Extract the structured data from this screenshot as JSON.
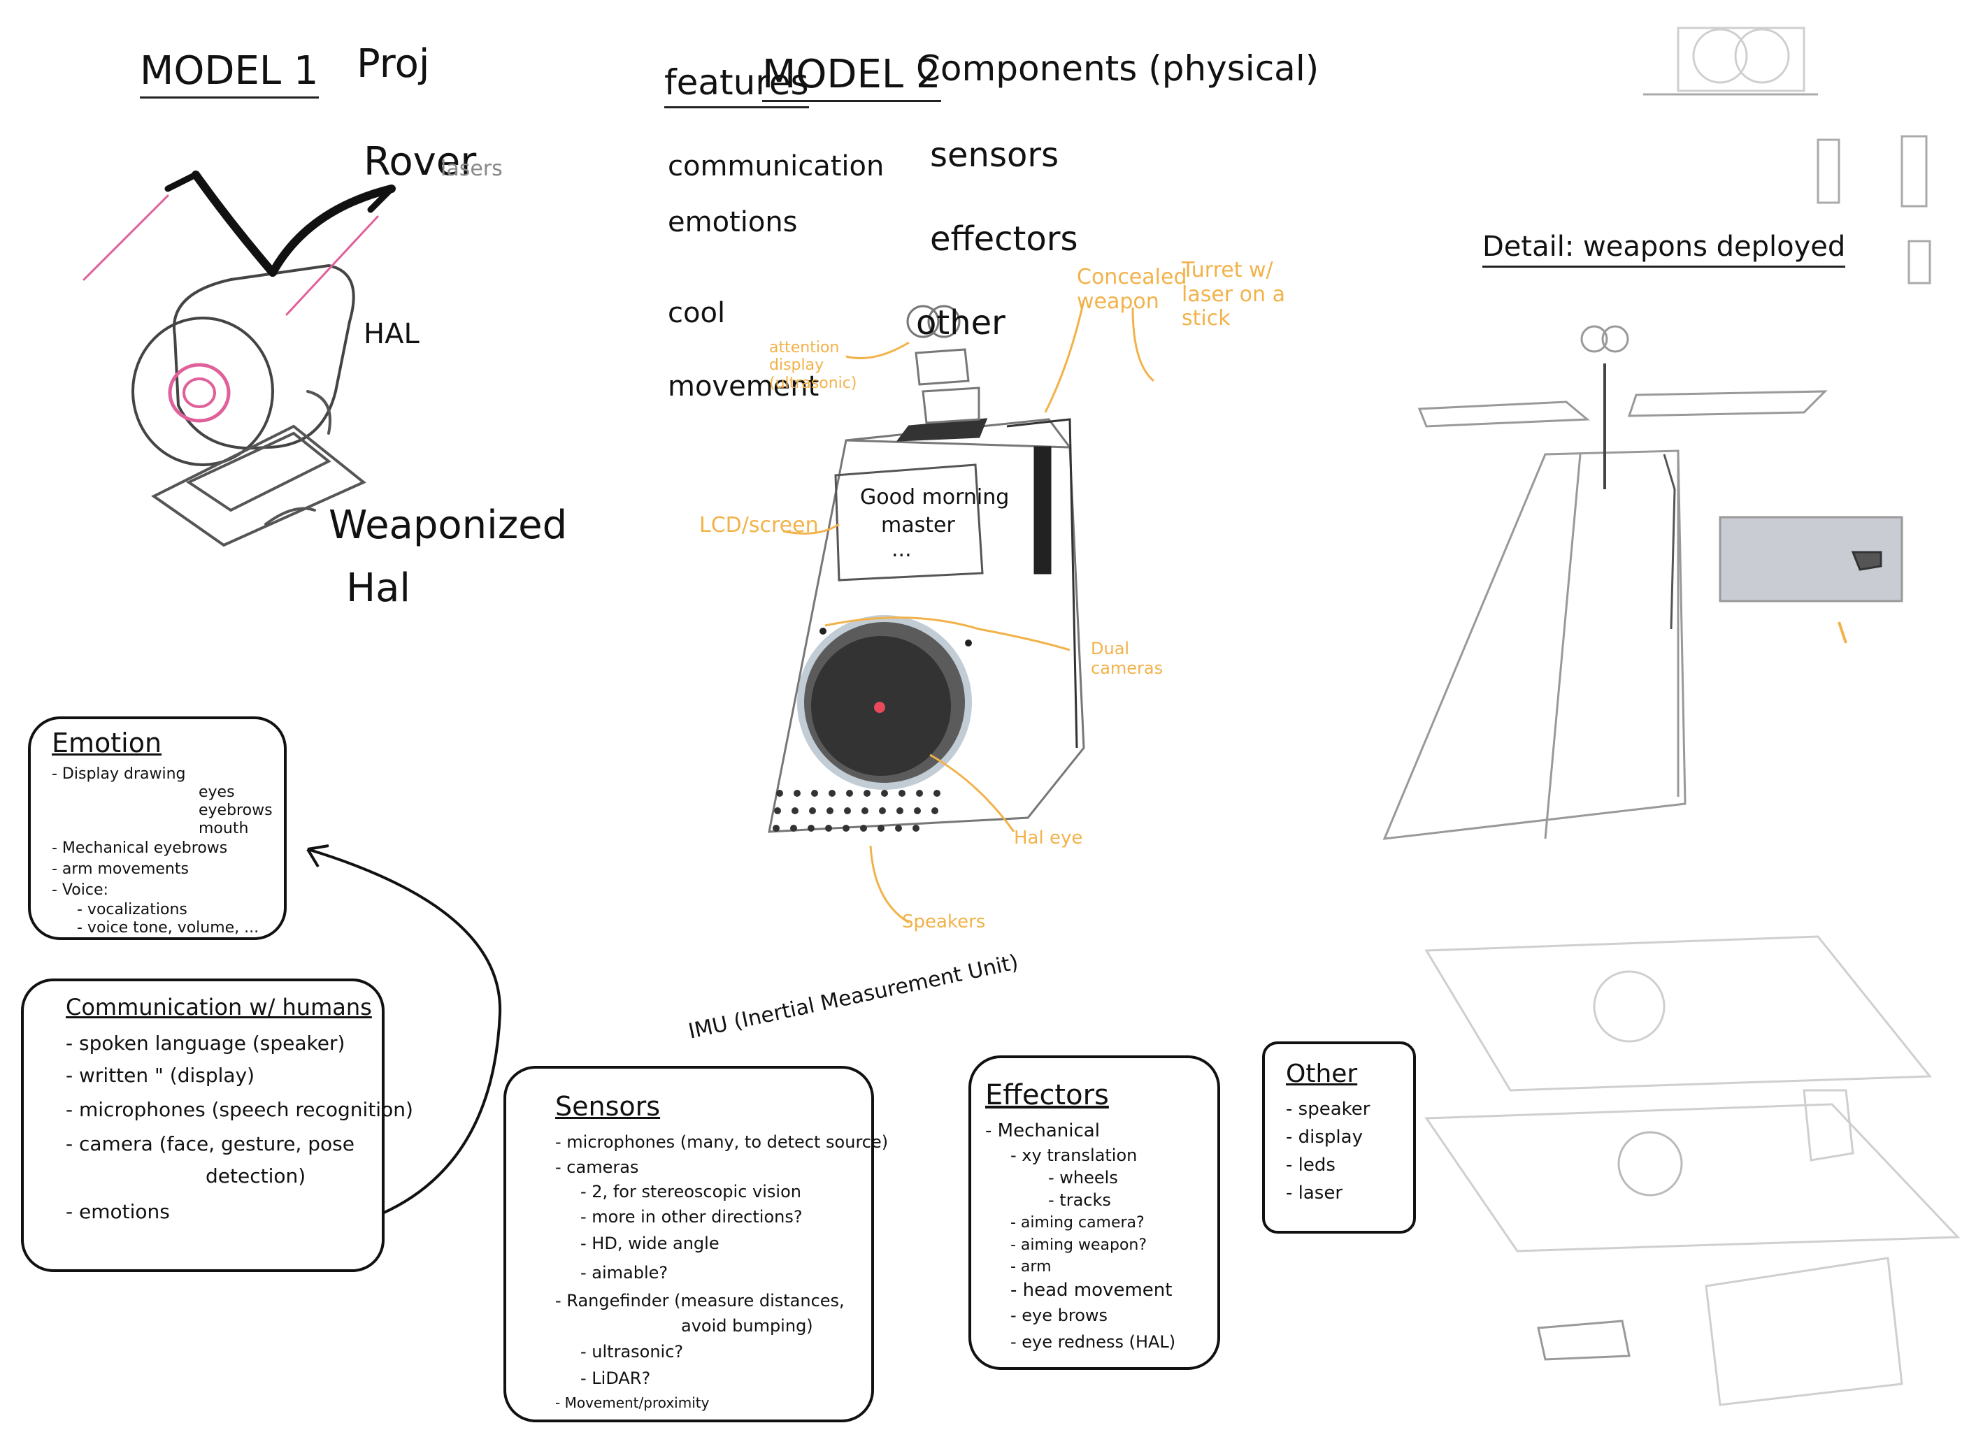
{
  "headings": {
    "model1": "MODEL 1",
    "proj": "Proj",
    "features": "features",
    "model2": "MODEL 2",
    "components": "Components (physical)",
    "detail": "Detail: weapons deployed"
  },
  "model1_labels": {
    "rover": "Rover",
    "lasers": "lasers",
    "hal": "HAL",
    "weaponized1": "Weaponized",
    "weaponized2": "Hal"
  },
  "features_list": [
    "communication",
    "emotions",
    "cool",
    "movement"
  ],
  "components_list": [
    "sensors",
    "effectors",
    "other"
  ],
  "model2_annotations": {
    "concealed_weapon": "Concealed weapon",
    "turret": "Turret w/ laser on a stick",
    "attention_display": "attention display (ultrasonic)",
    "lcd": "LCD/screen",
    "screen_text_1": "Good morning",
    "screen_text_2": "master",
    "screen_text_3": "...",
    "dual_cameras": "Dual cameras",
    "hal_eye": "Hal eye",
    "speakers": "Speakers"
  },
  "imu_note": "IMU (Inertial Measurement Unit)",
  "emotion_box": {
    "title": "Emotion",
    "items": [
      {
        "level": 1,
        "text": "- Display drawing"
      },
      {
        "level": 3,
        "text": "eyes"
      },
      {
        "level": 3,
        "text": "eyebrows"
      },
      {
        "level": 3,
        "text": "mouth"
      },
      {
        "level": 1,
        "text": "- Mechanical eyebrows"
      },
      {
        "level": 1,
        "text": "- arm movements"
      },
      {
        "level": 1,
        "text": "- Voice:"
      },
      {
        "level": 2,
        "text": "- vocalizations"
      },
      {
        "level": 2,
        "text": "- voice tone, volume, ..."
      }
    ]
  },
  "communication_box": {
    "title": "Communication w/ humans",
    "items": [
      {
        "level": 1,
        "text": "- spoken language (speaker)"
      },
      {
        "level": 1,
        "text": "- written  \"   (display)"
      },
      {
        "level": 1,
        "text": "- microphones (speech recognition)"
      },
      {
        "level": 1,
        "text": "- camera (face, gesture, pose"
      },
      {
        "level": 3,
        "text": "detection)"
      },
      {
        "level": 1,
        "text": "- emotions"
      }
    ]
  },
  "sensors_box": {
    "title": "Sensors",
    "items": [
      {
        "level": 1,
        "text": "- microphones (many, to detect source)"
      },
      {
        "level": 1,
        "text": "- cameras"
      },
      {
        "level": 2,
        "text": "- 2, for stereoscopic vision"
      },
      {
        "level": 2,
        "text": "- more in other directions?"
      },
      {
        "level": 2,
        "text": "- HD, wide angle"
      },
      {
        "level": 2,
        "text": "- aimable?"
      },
      {
        "level": 1,
        "text": "- Rangefinder (measure distances,"
      },
      {
        "level": 3,
        "text": "avoid bumping)"
      },
      {
        "level": 2,
        "text": "- ultrasonic?"
      },
      {
        "level": 2,
        "text": "- LiDAR?"
      },
      {
        "level": 1,
        "text": "- Movement/proximity"
      }
    ]
  },
  "effectors_box": {
    "title": "Effectors",
    "items": [
      {
        "level": 1,
        "text": "- Mechanical"
      },
      {
        "level": 2,
        "text": "- xy translation"
      },
      {
        "level": 3,
        "text": "- wheels"
      },
      {
        "level": 3,
        "text": "- tracks"
      },
      {
        "level": 2,
        "text": "- aiming camera?"
      },
      {
        "level": 2,
        "text": "- aiming weapon?"
      },
      {
        "level": 2,
        "text": "- arm"
      },
      {
        "level": 2,
        "text": "- head movement"
      },
      {
        "level": 2,
        "text": "- eye brows"
      },
      {
        "level": 2,
        "text": "- eye redness (HAL)"
      }
    ]
  },
  "other_box": {
    "title": "Other",
    "items": [
      {
        "level": 1,
        "text": "- speaker"
      },
      {
        "level": 1,
        "text": "- display"
      },
      {
        "level": 1,
        "text": "- leds"
      },
      {
        "level": 1,
        "text": "- laser"
      }
    ]
  },
  "colors": {
    "ink": "#111111",
    "annotation": "#f2b24a",
    "laser": "#e0609a",
    "pencil": "#9a9a9a"
  }
}
